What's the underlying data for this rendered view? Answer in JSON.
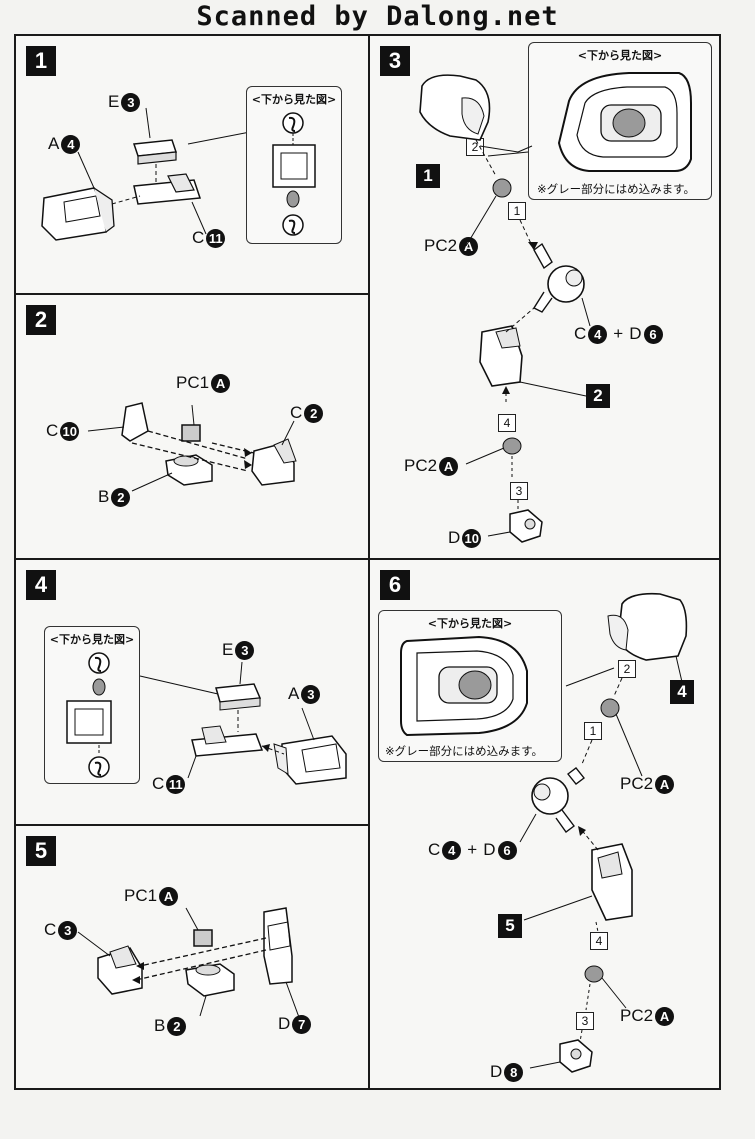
{
  "header": {
    "text": "Scanned by Dalong.net"
  },
  "steps": {
    "s1": {
      "number": "1",
      "labels": {
        "e": {
          "letter": "E",
          "num": "3"
        },
        "a": {
          "letter": "A",
          "num": "4"
        },
        "c": {
          "letter": "C",
          "num": "11"
        }
      },
      "inset_title": "<下から見た図>"
    },
    "s2": {
      "number": "2",
      "labels": {
        "pc": {
          "letter": "PC1",
          "num": "A"
        },
        "c10": {
          "letter": "C",
          "num": "10"
        },
        "c2": {
          "letter": "C",
          "num": "2"
        },
        "b": {
          "letter": "B",
          "num": "2"
        }
      }
    },
    "s3": {
      "number": "3",
      "inset_title": "<下から見た図>",
      "inset_note": "※グレー部分にはめ込みます。",
      "labels": {
        "pc2a": {
          "letter": "PC2",
          "num": "A"
        },
        "pc2b": {
          "letter": "PC2",
          "num": "A"
        },
        "c": {
          "letter": "C",
          "num": "4"
        },
        "plus": "+",
        "d": {
          "letter": "D",
          "num": "6"
        },
        "d10": {
          "letter": "D",
          "num": "10"
        }
      },
      "refs": {
        "r1": "1",
        "r2": "2"
      },
      "seq": {
        "q1": "1",
        "q2": "2",
        "q3": "3",
        "q4": "4"
      }
    },
    "s4": {
      "number": "4",
      "inset_title": "<下から見た図>",
      "labels": {
        "e": {
          "letter": "E",
          "num": "3"
        },
        "a": {
          "letter": "A",
          "num": "3"
        },
        "c": {
          "letter": "C",
          "num": "11"
        }
      }
    },
    "s5": {
      "number": "5",
      "labels": {
        "pc": {
          "letter": "PC1",
          "num": "A"
        },
        "c": {
          "letter": "C",
          "num": "3"
        },
        "b": {
          "letter": "B",
          "num": "2"
        },
        "d": {
          "letter": "D",
          "num": "7"
        }
      }
    },
    "s6": {
      "number": "6",
      "inset_title": "<下から見た図>",
      "inset_note": "※グレー部分にはめ込みます。",
      "labels": {
        "pc2a": {
          "letter": "PC2",
          "num": "A"
        },
        "pc2b": {
          "letter": "PC2",
          "num": "A"
        },
        "c": {
          "letter": "C",
          "num": "4"
        },
        "plus": "+",
        "d": {
          "letter": "D",
          "num": "6"
        },
        "d8": {
          "letter": "D",
          "num": "8"
        }
      },
      "refs": {
        "r4": "4",
        "r5": "5"
      },
      "seq": {
        "q1": "1",
        "q2": "2",
        "q3": "3",
        "q4": "4"
      }
    }
  },
  "colors": {
    "ink": "#111111",
    "paper": "#f7f7f5",
    "gray_part": "#9a9a9a"
  }
}
